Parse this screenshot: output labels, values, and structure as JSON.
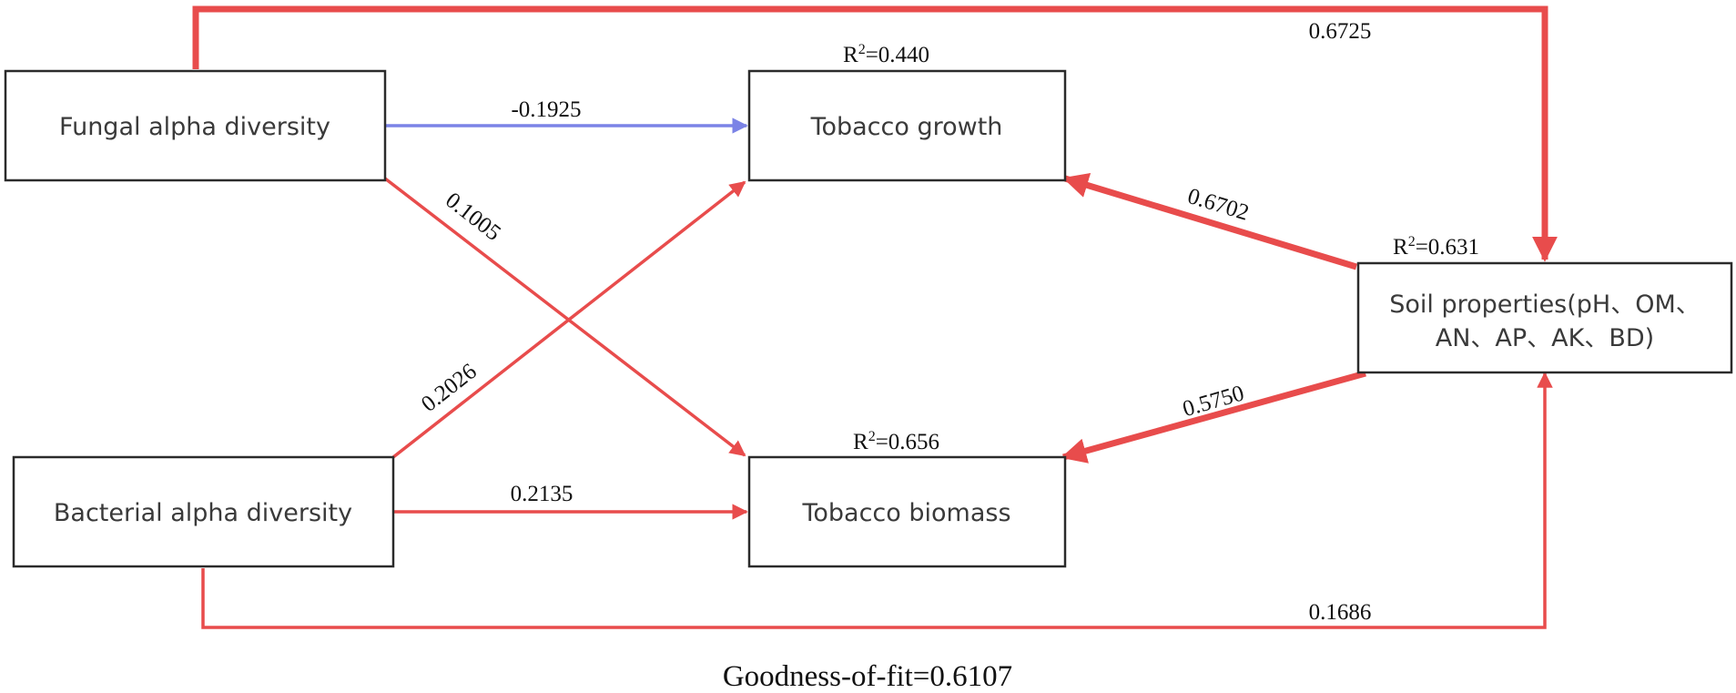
{
  "nodes": {
    "fungal": {
      "label": "Fungal alpha diversity"
    },
    "bacterial": {
      "label": "Bacterial alpha diversity"
    },
    "growth": {
      "label": "Tobacco growth",
      "r2_prefix": "R",
      "r2_sup": "2",
      "r2_value": "=0.440"
    },
    "biomass": {
      "label": "Tobacco biomass",
      "r2_prefix": "R",
      "r2_sup": "2",
      "r2_value": "=0.656"
    },
    "soil": {
      "label_line1": "Soil properties(pH、OM、",
      "label_line2": "AN、AP、AK、BD)",
      "r2_prefix": "R",
      "r2_sup": "2",
      "r2_value": "=0.631"
    }
  },
  "paths": {
    "fungal_to_soil": {
      "coefficient": "0.6725",
      "color": "#e84c4c"
    },
    "fungal_to_growth": {
      "coefficient": "-0.1925",
      "color": "#7b83e6"
    },
    "fungal_to_biomass": {
      "coefficient": "0.1005",
      "color": "#e84c4c"
    },
    "bacterial_to_growth": {
      "coefficient": "0.2026",
      "color": "#e84c4c"
    },
    "bacterial_to_biomass": {
      "coefficient": "0.2135",
      "color": "#e84c4c"
    },
    "bacterial_to_soil": {
      "coefficient": "0.1686",
      "color": "#e84c4c"
    },
    "soil_to_growth": {
      "coefficient": "0.6702",
      "color": "#e84c4c"
    },
    "soil_to_biomass": {
      "coefficient": "0.5750",
      "color": "#e84c4c"
    }
  },
  "goodness_of_fit": "Goodness-of-fit=0.6107"
}
